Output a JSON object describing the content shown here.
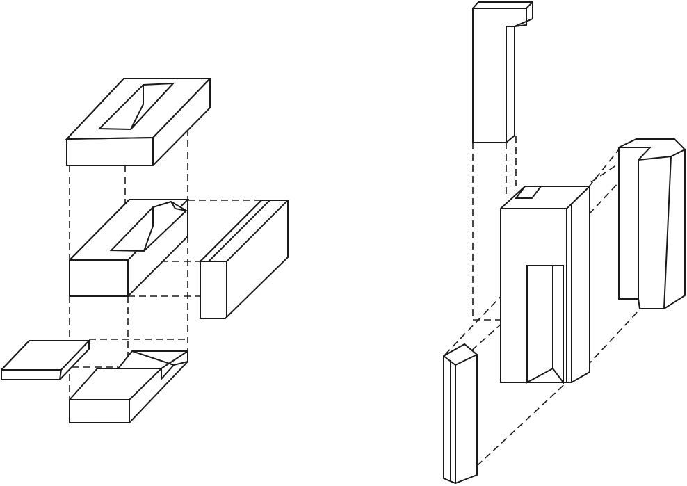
{
  "figure": {
    "line_color": "#1a1a1a",
    "background": "#ffffff",
    "left_assembly": {
      "parts": [
        "top-frame",
        "middle-block",
        "side-bar",
        "small-plate",
        "bottom-block"
      ]
    },
    "right_assembly": {
      "parts": [
        "top-post",
        "main-column",
        "right-slab",
        "front-bar"
      ]
    }
  }
}
